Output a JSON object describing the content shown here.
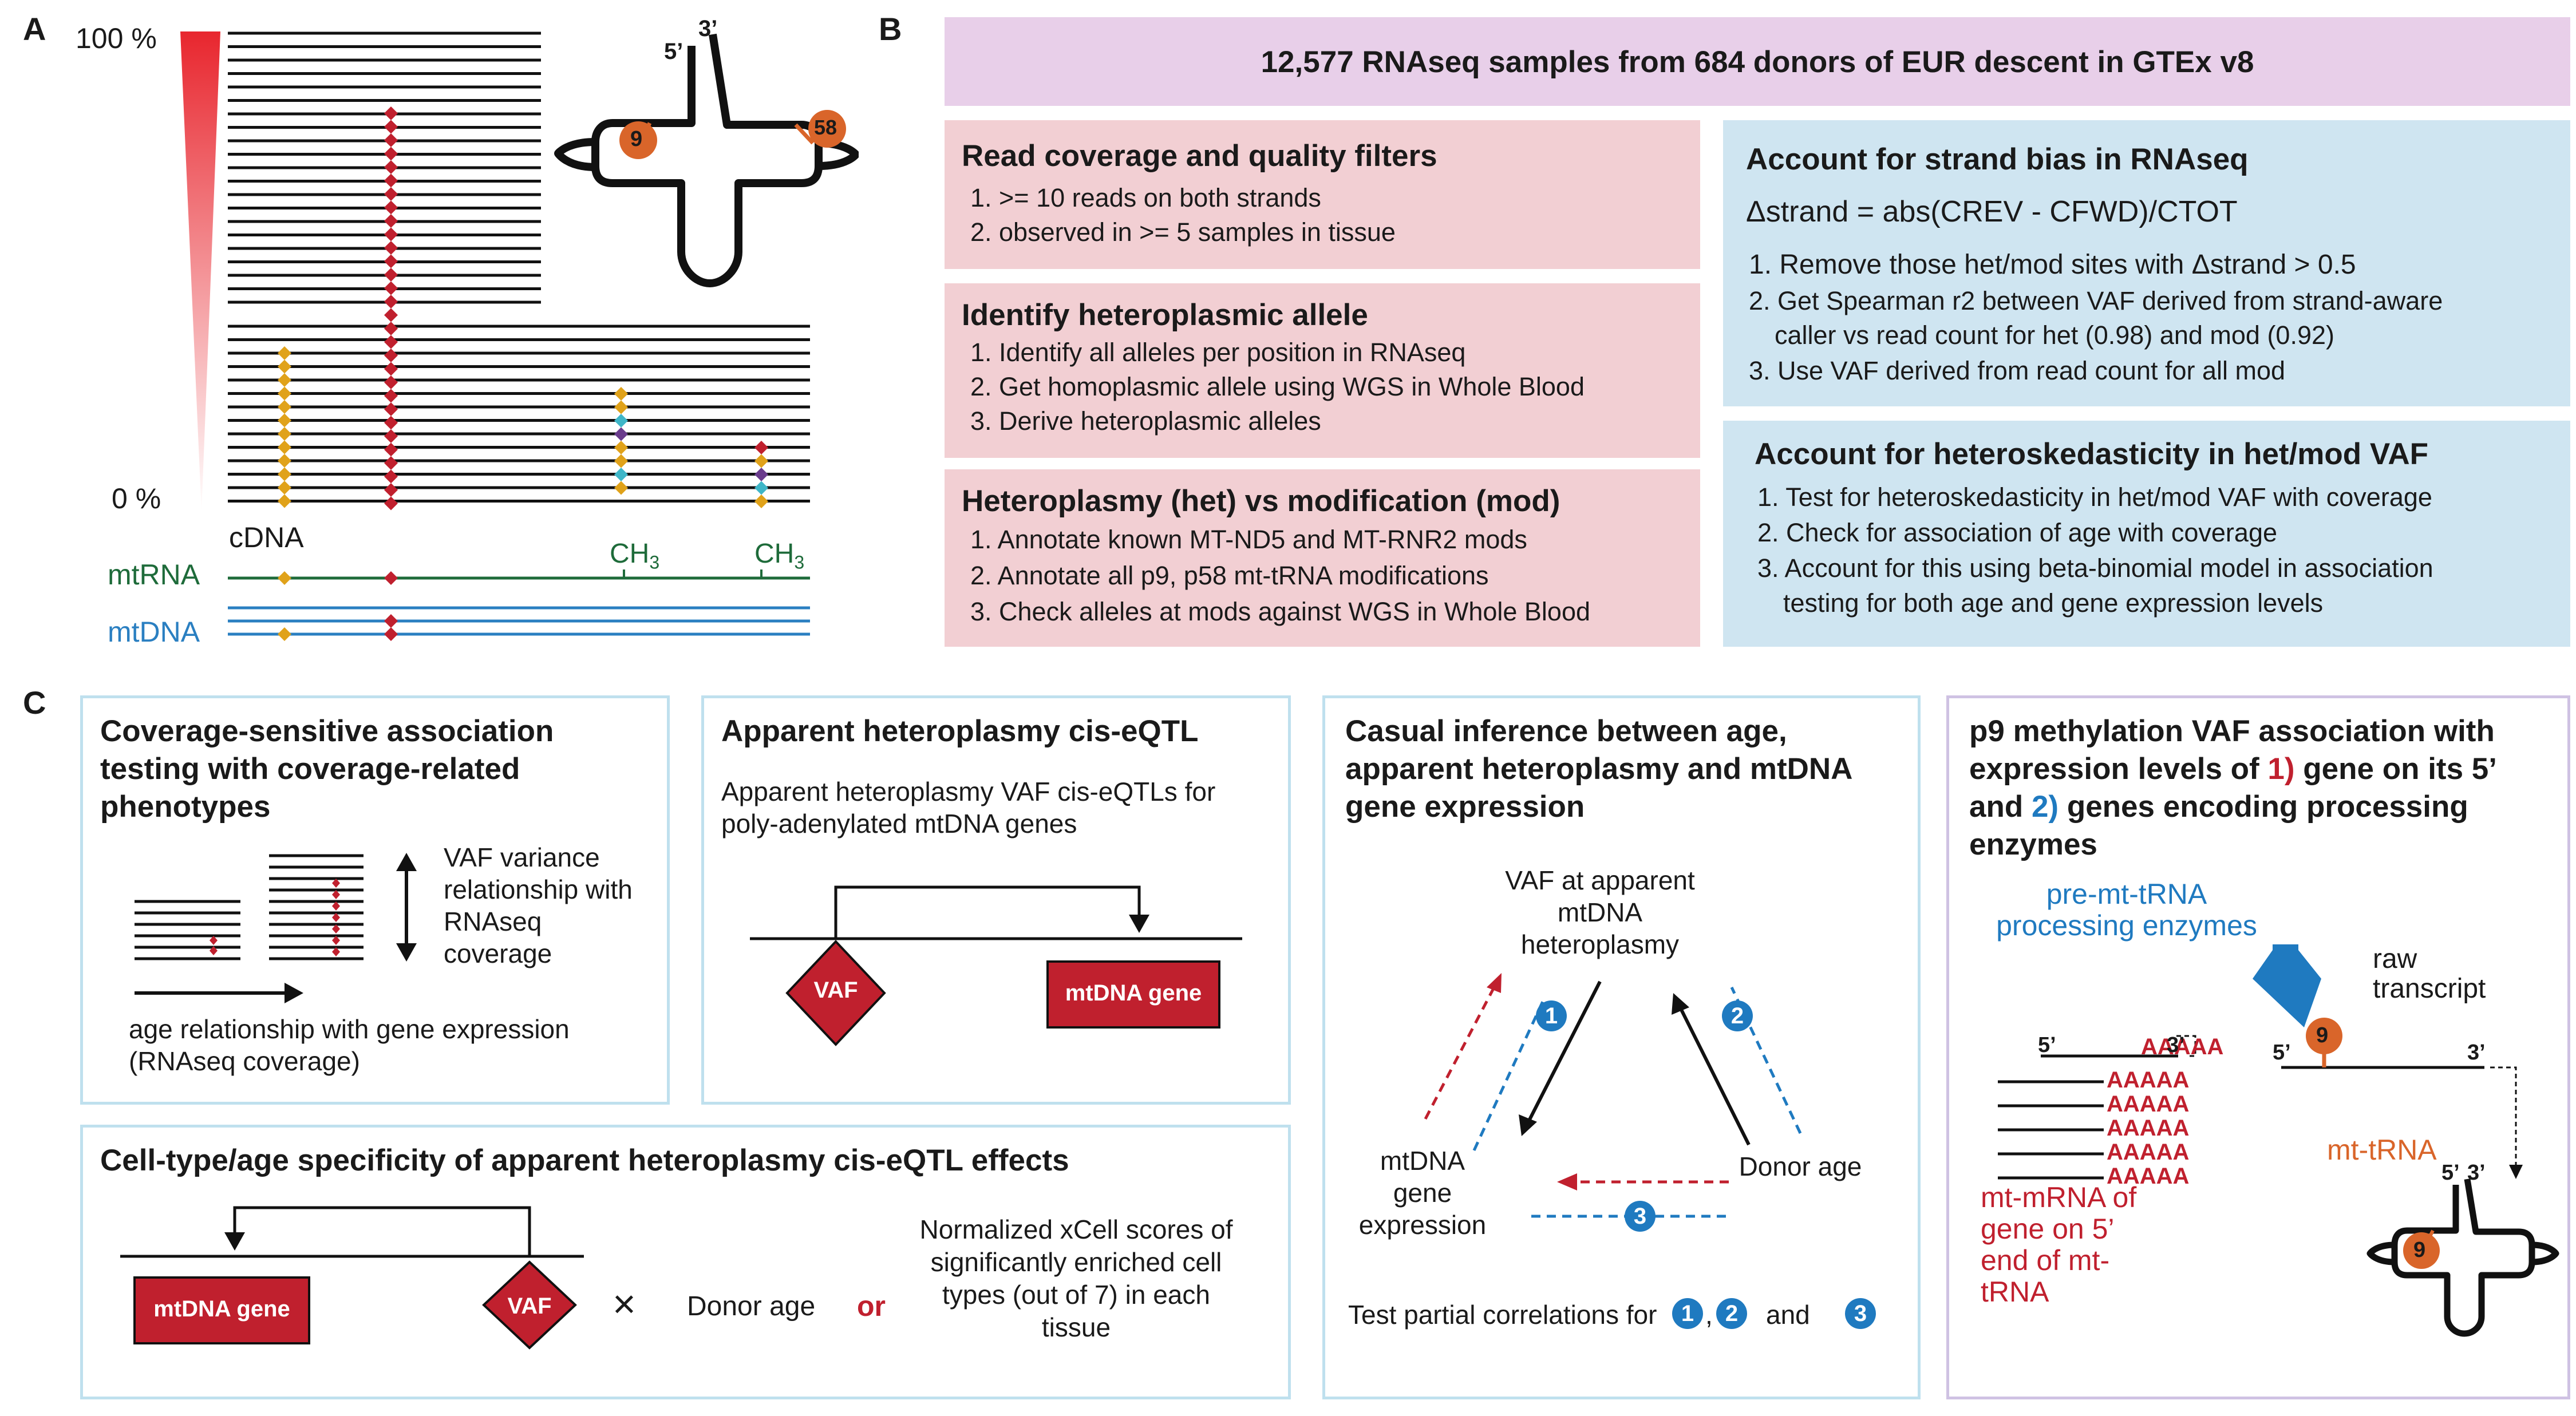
{
  "panel_a": {
    "letter": "A",
    "pct_top": "100 %",
    "pct_bottom": "0 %",
    "cdna": "cDNA",
    "mtrna": "mtRNA",
    "mtdna": "mtDNA",
    "ch3_a": "CH",
    "ch3_b": "CH",
    "ch3_sub": "3",
    "trna_5": "5’",
    "trna_3": "3’",
    "trna_9": "9",
    "trna_58": "58"
  },
  "panel_b": {
    "letter": "B",
    "header": "12,577 RNAseq samples from 684 donors of EUR descent in GTEx v8",
    "box1": {
      "title": "Read coverage and quality filters",
      "lines": [
        "1. >= 10 reads on both strands",
        "2. observed in >= 5 samples in tissue"
      ]
    },
    "box2": {
      "title": "Identify heteroplasmic allele",
      "lines": [
        "1. Identify all alleles per position in RNAseq",
        "2. Get homoplasmic allele using WGS in Whole Blood",
        "3. Derive heteroplasmic alleles"
      ]
    },
    "box3": {
      "title": "Heteroplasmy (het) vs modification (mod)",
      "lines": [
        "1. Annotate known MT-ND5 and MT-RNR2 mods",
        "2. Annotate all p9, p58 mt-tRNA modifications",
        "3. Check alleles at mods against WGS in Whole Blood"
      ]
    },
    "box4": {
      "title": "Account for strand bias in RNAseq",
      "formula": "Δstrand = abs(CREV - CFWD)/CTOT",
      "lines": [
        "1. Remove those het/mod sites with Δstrand > 0.5",
        "2. Get Spearman r2 between VAF derived from strand-aware",
        "caller vs read count for het (0.98) and mod (0.92)",
        "3. Use VAF derived from read count for all mod"
      ]
    },
    "box5": {
      "title": "Account for heteroskedasticity in het/mod VAF",
      "lines": [
        "1. Test for heteroskedasticity in het/mod VAF with coverage",
        "2. Check for association of age with coverage",
        "3. Account for this using beta-binomial model in association",
        "testing for both age and gene expression levels"
      ]
    }
  },
  "panel_c": {
    "letter": "C",
    "c1": {
      "title": "Coverage-sensitive association testing with coverage-related phenotypes",
      "vaf_text": "VAF variance relationship with RNAseq coverage",
      "age_text": "age relationship with gene expression (RNAseq coverage)"
    },
    "c2": {
      "title": "Apparent heteroplasmy cis-eQTL",
      "text": "Apparent heteroplasmy VAF cis-eQTLs for poly-adenylated mtDNA genes",
      "vaf": "VAF",
      "gene": "mtDNA gene"
    },
    "c3": {
      "title": "Cell-type/age specificity of apparent heteroplasmy cis-eQTL effects",
      "gene": "mtDNA gene",
      "vaf": "VAF",
      "times": "×",
      "donor_age": "Donor age",
      "or": "or",
      "text": "Normalized xCell scores of significantly enriched cell types (out of 7) in each tissue"
    },
    "c4": {
      "title": "Casual inference between age, apparent heteroplasmy and mtDNA gene expression",
      "vaf": "VAF at apparent mtDNA heteroplasmy",
      "gene": "mtDNA gene expression",
      "donor": "Donor age",
      "n1": "1",
      "n2": "2",
      "n3": "3",
      "test": "Test partial correlations for",
      "comma": ",",
      "and": "and"
    },
    "c5": {
      "title_a": "p9 methylation VAF association with expression levels of ",
      "n1": "1)",
      "title_b": " gene on its 5’ and ",
      "n2": "2)",
      "title_c": " genes encoding processing enzymes",
      "enzymes": "pre-mt-tRNA processing enzymes",
      "raw": "raw transcript",
      "polya": "AAAAA",
      "five": "5’",
      "three": "3’",
      "nine": "9",
      "mttrna": "mt-tRNA",
      "mtmrna": "mt-mRNA of gene on 5’ end of mt-tRNA"
    }
  },
  "colors": {
    "red": "#c0202e",
    "blue": "#1f7ac0",
    "orange": "#d9652a",
    "green": "#1e6b3a",
    "mtdna_blue": "#2a7fc1",
    "gold": "#e0a21a",
    "teal": "#3fb6c8",
    "purple": "#6a3c8c"
  }
}
